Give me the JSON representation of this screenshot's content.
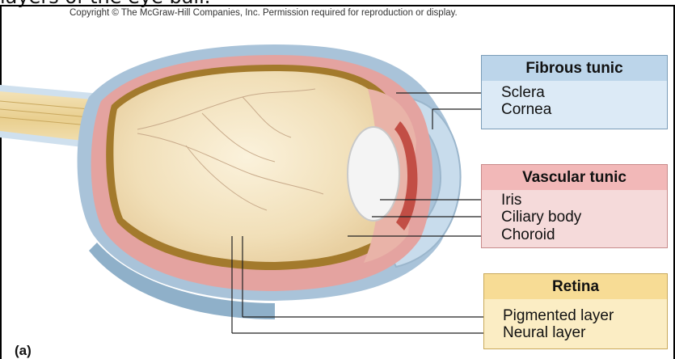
{
  "header_text": "layers of the eye ball.",
  "copyright": "Copyright © The McGraw-Hill Companies, Inc. Permission required for reproduction or display.",
  "figure_label": "(a)",
  "colors": {
    "fibrous": "#dceaf6",
    "vascular": "#f5dada",
    "retina": "#fbedc4",
    "vascular_hdr": "#f2b8b8",
    "retina_hdr": "#f7dc95"
  },
  "groups": {
    "fibrous": {
      "title": "Fibrous tunic",
      "items": [
        "Sclera",
        "Cornea"
      ]
    },
    "vascular": {
      "title": "Vascular tunic",
      "items": [
        "Iris",
        "Ciliary body",
        "Choroid"
      ]
    },
    "retina": {
      "title": "Retina",
      "items": [
        "Pigmented layer",
        "Neural layer"
      ]
    }
  }
}
